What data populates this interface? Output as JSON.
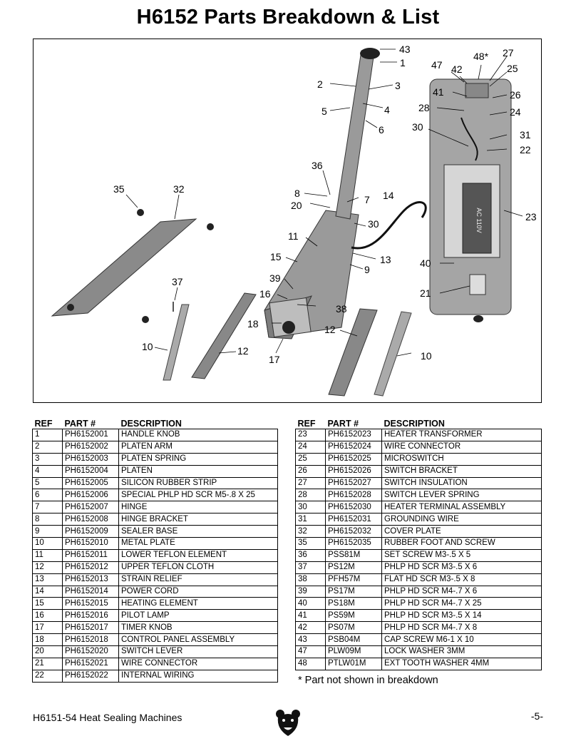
{
  "page_title": "H6152 Parts Breakdown & List",
  "diagram": {
    "callouts": [
      "43",
      "1",
      "2",
      "3",
      "5",
      "4",
      "6",
      "36",
      "8",
      "7",
      "14",
      "20",
      "30",
      "11",
      "13",
      "15",
      "9",
      "39",
      "16",
      "38",
      "18",
      "17",
      "12",
      "10",
      "35",
      "32",
      "37",
      "48*",
      "27",
      "47",
      "42",
      "25",
      "41",
      "26",
      "28",
      "24",
      "31",
      "22",
      "23",
      "40",
      "21"
    ],
    "panel_label": "AC 110V"
  },
  "table_headers": {
    "ref": "REF",
    "part": "PART #",
    "description": "DESCRIPTION"
  },
  "parts_left": [
    {
      "ref": "1",
      "part": "PH6152001",
      "desc": "HANDLE KNOB"
    },
    {
      "ref": "2",
      "part": "PH6152002",
      "desc": "PLATEN ARM"
    },
    {
      "ref": "3",
      "part": "PH6152003",
      "desc": "PLATEN SPRING"
    },
    {
      "ref": "4",
      "part": "PH6152004",
      "desc": "PLATEN"
    },
    {
      "ref": "5",
      "part": "PH6152005",
      "desc": "SILICON RUBBER STRIP"
    },
    {
      "ref": "6",
      "part": "PH6152006",
      "desc": "SPECIAL PHLP HD SCR M5-.8 X 25"
    },
    {
      "ref": "7",
      "part": "PH6152007",
      "desc": "HINGE"
    },
    {
      "ref": "8",
      "part": "PH6152008",
      "desc": "HINGE BRACKET"
    },
    {
      "ref": "9",
      "part": "PH6152009",
      "desc": "SEALER BASE"
    },
    {
      "ref": "10",
      "part": "PH6152010",
      "desc": "METAL PLATE"
    },
    {
      "ref": "11",
      "part": "PH6152011",
      "desc": "LOWER TEFLON ELEMENT"
    },
    {
      "ref": "12",
      "part": "PH6152012",
      "desc": "UPPER TEFLON CLOTH"
    },
    {
      "ref": "13",
      "part": "PH6152013",
      "desc": "STRAIN RELIEF"
    },
    {
      "ref": "14",
      "part": "PH6152014",
      "desc": "POWER CORD"
    },
    {
      "ref": "15",
      "part": "PH6152015",
      "desc": "HEATING ELEMENT"
    },
    {
      "ref": "16",
      "part": "PH6152016",
      "desc": "PILOT LAMP"
    },
    {
      "ref": "17",
      "part": "PH6152017",
      "desc": "TIMER KNOB"
    },
    {
      "ref": "18",
      "part": "PH6152018",
      "desc": "CONTROL PANEL ASSEMBLY"
    },
    {
      "ref": "20",
      "part": "PH6152020",
      "desc": "SWITCH LEVER"
    },
    {
      "ref": "21",
      "part": "PH6152021",
      "desc": "WIRE CONNECTOR"
    },
    {
      "ref": "22",
      "part": "PH6152022",
      "desc": "INTERNAL WIRING"
    }
  ],
  "parts_right": [
    {
      "ref": "23",
      "part": "PH6152023",
      "desc": "HEATER TRANSFORMER"
    },
    {
      "ref": "24",
      "part": "PH6152024",
      "desc": "WIRE CONNECTOR"
    },
    {
      "ref": "25",
      "part": "PH6152025",
      "desc": "MICROSWITCH"
    },
    {
      "ref": "26",
      "part": "PH6152026",
      "desc": "SWITCH BRACKET"
    },
    {
      "ref": "27",
      "part": "PH6152027",
      "desc": "SWITCH INSULATION"
    },
    {
      "ref": "28",
      "part": "PH6152028",
      "desc": "SWITCH LEVER SPRING"
    },
    {
      "ref": "30",
      "part": "PH6152030",
      "desc": "HEATER TERMINAL ASSEMBLY"
    },
    {
      "ref": "31",
      "part": "PH6152031",
      "desc": "GROUNDING WIRE"
    },
    {
      "ref": "32",
      "part": "PH6152032",
      "desc": "COVER PLATE"
    },
    {
      "ref": "35",
      "part": "PH6152035",
      "desc": "RUBBER FOOT AND SCREW"
    },
    {
      "ref": "36",
      "part": "PSS81M",
      "desc": "SET SCREW M3-.5 X 5"
    },
    {
      "ref": "37",
      "part": "PS12M",
      "desc": "PHLP HD SCR M3-.5 X 6"
    },
    {
      "ref": "38",
      "part": "PFH57M",
      "desc": "FLAT HD SCR M3-.5 X 8"
    },
    {
      "ref": "39",
      "part": "PS17M",
      "desc": "PHLP HD SCR M4-.7 X 6"
    },
    {
      "ref": "40",
      "part": "PS18M",
      "desc": "PHLP HD SCR M4-.7 X 25"
    },
    {
      "ref": "41",
      "part": "PS59M",
      "desc": "PHLP HD SCR M3-.5 X 14"
    },
    {
      "ref": "42",
      "part": "PS07M",
      "desc": "PHLP HD SCR M4-.7 X 8"
    },
    {
      "ref": "43",
      "part": "PSB04M",
      "desc": "CAP SCREW M6-1 X 10"
    },
    {
      "ref": "47",
      "part": "PLW09M",
      "desc": "LOCK WASHER 3MM"
    },
    {
      "ref": "48",
      "part": "PTLW01M",
      "desc": "EXT TOOTH WASHER 4MM"
    }
  ],
  "note": "* Part not shown in breakdown",
  "footer": {
    "left": "H6151-54 Heat Sealing Machines",
    "right": "-5-"
  }
}
